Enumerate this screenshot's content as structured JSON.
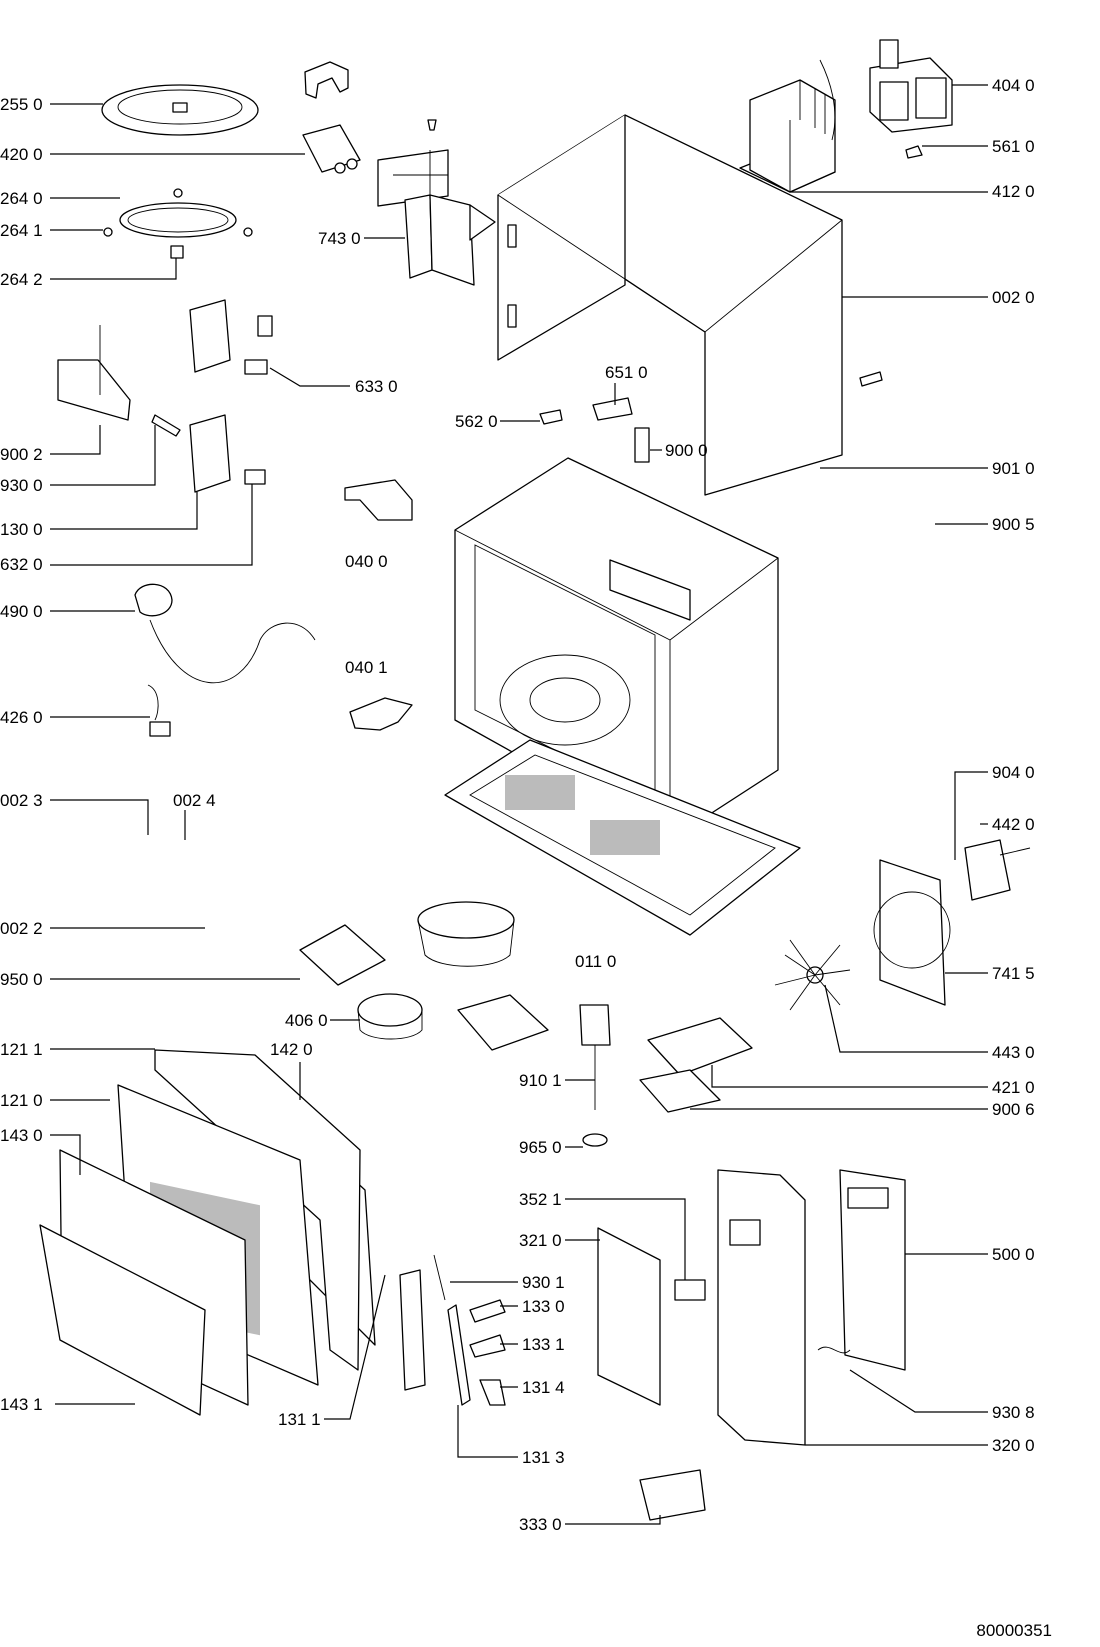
{
  "drawing_id": "80000351",
  "left_labels": [
    {
      "id": "p2550",
      "text": "255 0"
    },
    {
      "id": "p4200",
      "text": "420 0"
    },
    {
      "id": "p2640",
      "text": "264 0"
    },
    {
      "id": "p2641",
      "text": "264 1"
    },
    {
      "id": "p2642",
      "text": "264 2"
    },
    {
      "id": "p9002",
      "text": "900 2"
    },
    {
      "id": "p9300",
      "text": "930 0"
    },
    {
      "id": "p1300",
      "text": "130 0"
    },
    {
      "id": "p6320",
      "text": "632 0"
    },
    {
      "id": "p4900",
      "text": "490 0"
    },
    {
      "id": "p4260",
      "text": "426 0"
    },
    {
      "id": "p0023",
      "text": "002 3"
    },
    {
      "id": "p0022",
      "text": "002 2"
    },
    {
      "id": "p9500",
      "text": "950 0"
    },
    {
      "id": "p1211",
      "text": "121 1"
    },
    {
      "id": "p1210",
      "text": "121 0"
    },
    {
      "id": "p1430",
      "text": "143 0"
    },
    {
      "id": "p1431",
      "text": "143 1"
    }
  ],
  "center_labels": [
    {
      "id": "p7430",
      "text": "743 0"
    },
    {
      "id": "p6330",
      "text": "633 0"
    },
    {
      "id": "p5620",
      "text": "562 0"
    },
    {
      "id": "p6510",
      "text": "651 0"
    },
    {
      "id": "p9000",
      "text": "900 0"
    },
    {
      "id": "p0400",
      "text": "040 0"
    },
    {
      "id": "p0401",
      "text": "040 1"
    },
    {
      "id": "p0024",
      "text": "002 4"
    },
    {
      "id": "p0110",
      "text": "011 0"
    },
    {
      "id": "p4060",
      "text": "406 0"
    },
    {
      "id": "p1420",
      "text": "142 0"
    },
    {
      "id": "p9101",
      "text": "910 1"
    },
    {
      "id": "p9650",
      "text": "965 0"
    },
    {
      "id": "p3521",
      "text": "352 1"
    },
    {
      "id": "p3210",
      "text": "321 0"
    },
    {
      "id": "p9301",
      "text": "930 1"
    },
    {
      "id": "p1330",
      "text": "133 0"
    },
    {
      "id": "p1331",
      "text": "133 1"
    },
    {
      "id": "p1314",
      "text": "131 4"
    },
    {
      "id": "p1311",
      "text": "131 1"
    },
    {
      "id": "p1313",
      "text": "131 3"
    },
    {
      "id": "p3330",
      "text": "333 0"
    }
  ],
  "right_labels": [
    {
      "id": "p4040",
      "text": "404 0"
    },
    {
      "id": "p5610",
      "text": "561 0"
    },
    {
      "id": "p4120",
      "text": "412 0"
    },
    {
      "id": "p0020",
      "text": "002 0"
    },
    {
      "id": "p9010",
      "text": "901 0"
    },
    {
      "id": "p9005",
      "text": "900 5"
    },
    {
      "id": "p9040",
      "text": "904 0"
    },
    {
      "id": "p4420",
      "text": "442 0"
    },
    {
      "id": "p7415",
      "text": "741 5"
    },
    {
      "id": "p4430",
      "text": "443 0"
    },
    {
      "id": "p4210",
      "text": "421 0"
    },
    {
      "id": "p9006",
      "text": "900 6"
    },
    {
      "id": "p5000",
      "text": "500 0"
    },
    {
      "id": "p9308",
      "text": "930 8"
    },
    {
      "id": "p3200",
      "text": "320 0"
    }
  ]
}
